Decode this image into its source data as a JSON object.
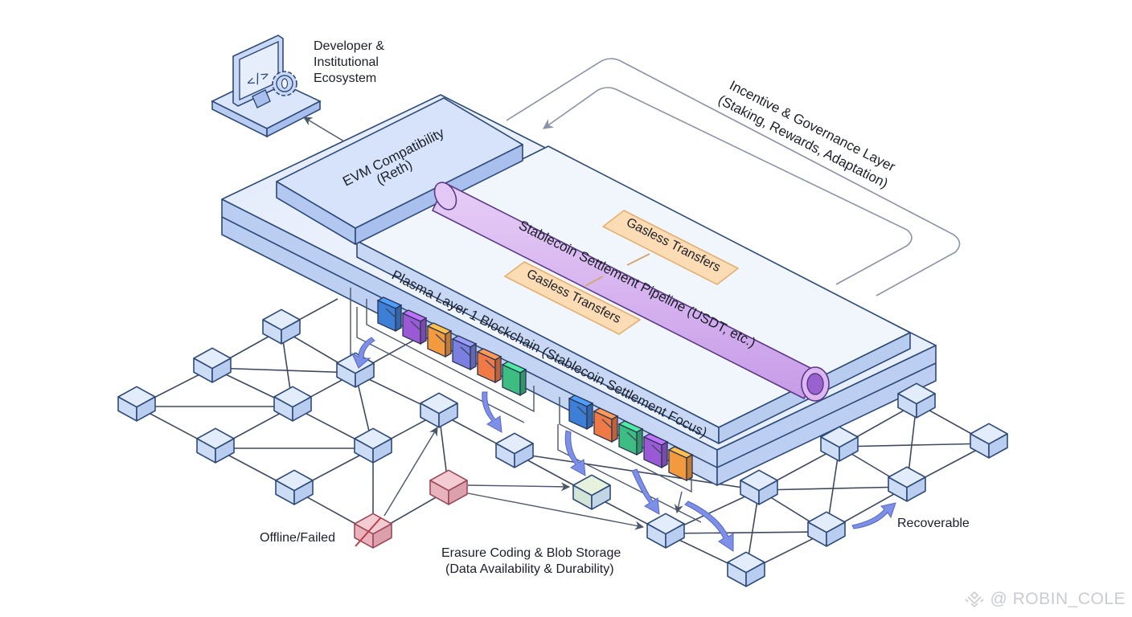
{
  "labels": {
    "developer": [
      "Developer &",
      "Institutional",
      "Ecosystem"
    ],
    "incentive": [
      "Incentive & Governance Layer",
      "(Staking, Rewards, Adaptation)"
    ],
    "evm": [
      "EVM Compatibility",
      "(Reth)"
    ],
    "pipeline": "Stablecoin Settlement Pipeline (USDT, etc.)",
    "gasless_1": "Gasless Transfers",
    "gasless_2": "Gasless Transfers",
    "plasma": "Plasma Layer 1 Blockchain (Stablecoin Settlement Focus)",
    "offline": "Offline/Failed",
    "erasure": [
      "Erasure Coding & Blob Storage",
      "(Data Availability & Durability)"
    ],
    "recoverable": "Recoverable"
  },
  "icons": {
    "developer": "computer-code-gear-icon",
    "watermark": "binance-logo-icon"
  },
  "watermark": "@ ROBIN_COLE",
  "blocks": {
    "chain_a": [
      "#3d7fd6",
      "#9a5ad6",
      "#f29a3d",
      "#7b7fe0",
      "#f07a45",
      "#3dbd82"
    ],
    "chain_b": [
      "#3d7fd6",
      "#f07a45",
      "#3dbd82",
      "#9a5ad6",
      "#f29a3d"
    ]
  },
  "colors": {
    "slab_top": "#eef4fd",
    "slab_side": "#c6d6f3",
    "slab_front": "#a9c0ee",
    "pipe": "#d9b6f0",
    "pipe_end": "#9a62cf",
    "tag_fill": "#fcdcb4",
    "tag_stroke": "#e7b77a",
    "node_top": "#e3ecfb",
    "node_left": "#cddcf5",
    "node_right": "#b8cdf0",
    "failed_top": "#f3ccd3",
    "failed_left": "#e9b3bd",
    "failed_right": "#dca0ac",
    "arrow_fill": "#7d8fe6",
    "recovered_top": "#e6f2dc"
  }
}
